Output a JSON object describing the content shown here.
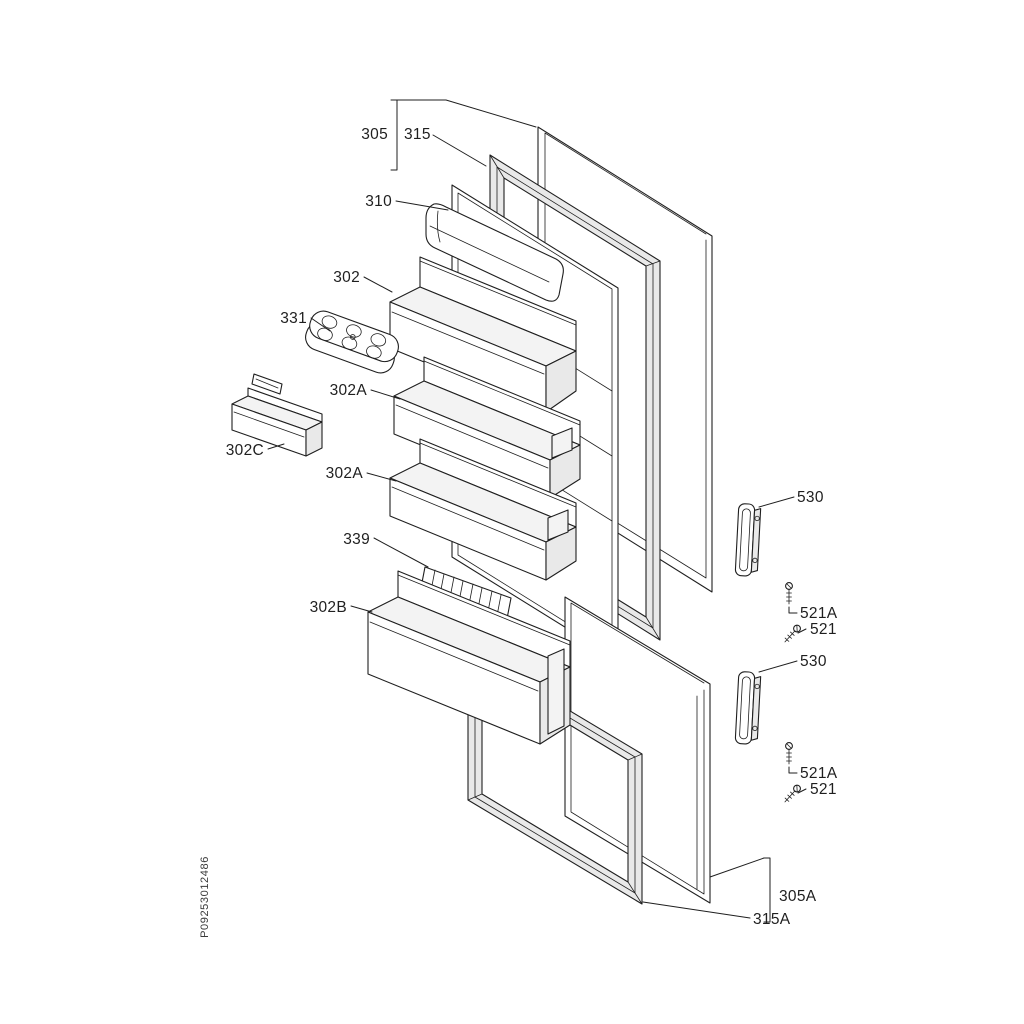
{
  "colors": {
    "ink": "#1f1f1f",
    "paper": "#ffffff",
    "shade_light": "#f3f3f3",
    "shade_mid": "#e9e9e9"
  },
  "part_labels": {
    "p305": "305",
    "p315": "315",
    "p310": "310",
    "p302": "302",
    "p331": "331",
    "p302A": "302A",
    "p302C": "302C",
    "p339": "339",
    "p302B": "302B",
    "p530": "530",
    "p521": "521",
    "p521A": "521A",
    "p305A": "305A",
    "p315A": "315A"
  },
  "watermark": {
    "code": "P09253012486"
  }
}
